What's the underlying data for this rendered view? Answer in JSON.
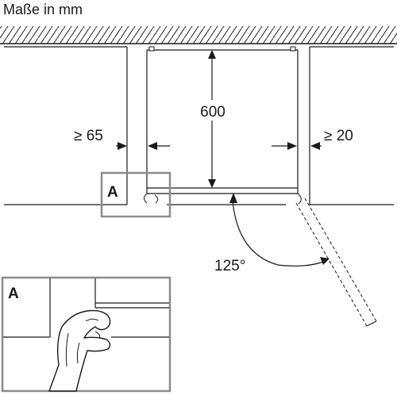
{
  "header": {
    "units_label": "Maße in mm"
  },
  "dimensions": {
    "depth_label": "600",
    "left_gap_label": "≥ 65",
    "right_gap_label": "≥ 20",
    "door_angle_label": "125°"
  },
  "detail": {
    "marker_label": "A",
    "inset_label": "A"
  },
  "colors": {
    "line": "#1a1a1a",
    "detail_frame": "#8c8c8c"
  },
  "icons": [
    "hand-icon",
    "arrow-icon"
  ]
}
